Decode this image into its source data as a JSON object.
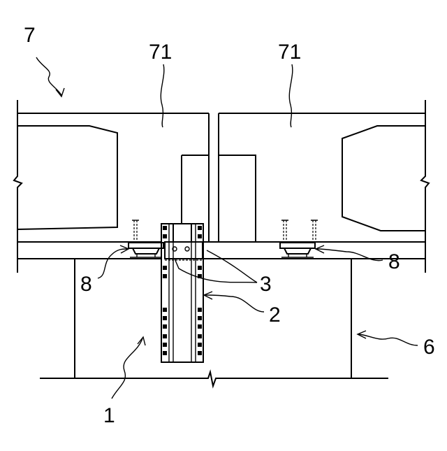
{
  "figure": {
    "labels": {
      "bridge": "7",
      "girder_left": "71",
      "girder_right": "71",
      "bearing_left": "8",
      "bearing_right": "8",
      "bracket": "3",
      "post": "2",
      "pier": "6",
      "device": "1"
    }
  }
}
